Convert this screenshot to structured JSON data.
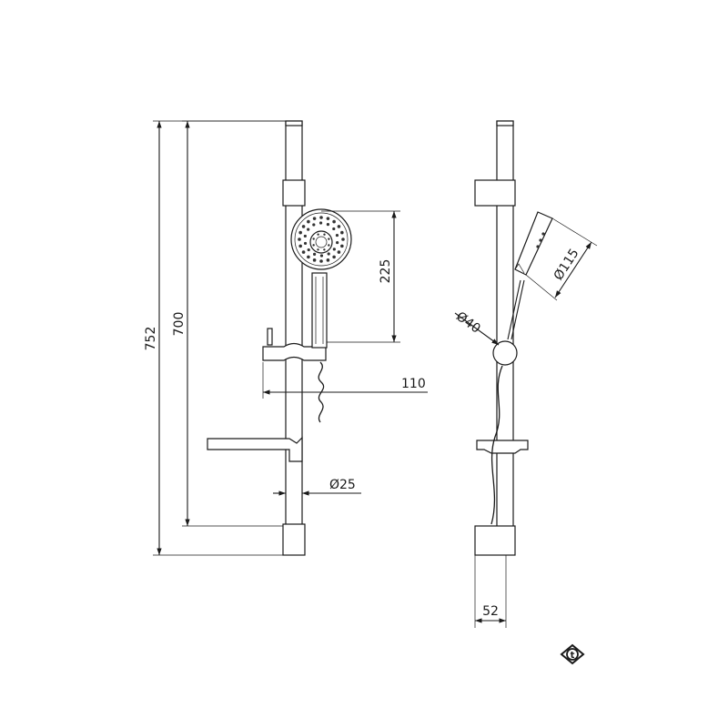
{
  "front_view": {
    "dim_total_height": "752",
    "dim_rail_length": "700",
    "dim_shower_head_height": "225",
    "dim_projection": "110",
    "dim_rail_diameter": "Ø25"
  },
  "side_view": {
    "dim_head_diameter": "Ø115",
    "dim_joint_diameter": "Ø40",
    "dim_depth": "52"
  },
  "logo": {
    "icon": "t-logo-icon",
    "letter": "t"
  },
  "colors": {
    "line": "#1a1a1a",
    "background": "#ffffff"
  }
}
